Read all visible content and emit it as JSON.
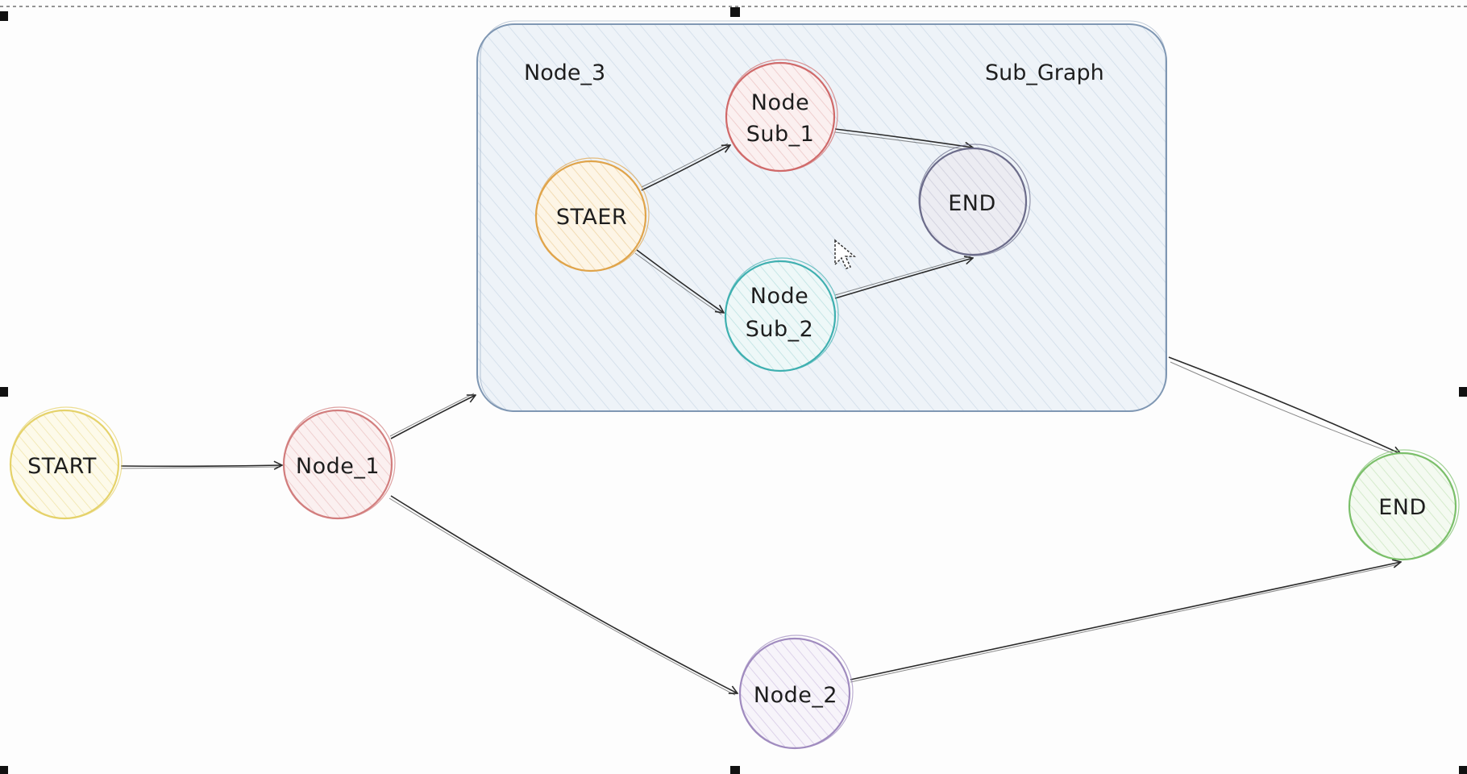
{
  "diagram": {
    "group": {
      "left_label": "Node_3",
      "right_label": "Sub_Graph",
      "stroke": "#7f97b3",
      "fill": "#e9f0f6"
    },
    "nodes": {
      "start": {
        "label": "START",
        "stroke": "#e5d26a",
        "fill": "#fbf6dc"
      },
      "node_1": {
        "label": "Node_1",
        "stroke": "#d27e7e",
        "fill": "#f8e8e8"
      },
      "node_2": {
        "label": "Node_2",
        "stroke": "#a08bbf",
        "fill": "#f1edf6"
      },
      "end": {
        "label": "END",
        "stroke": "#7bbf6a",
        "fill": "#eef7ea"
      },
      "sub_start": {
        "label": "STAER",
        "stroke": "#e0a44a",
        "fill": "#fbefd9"
      },
      "sub_1": {
        "label_line1": "Node",
        "label_line2": "Sub_1",
        "stroke": "#d06a6a",
        "fill": "#f7e3e1"
      },
      "sub_2": {
        "label_line1": "Node",
        "label_line2": "Sub_2",
        "stroke": "#3fb0b0",
        "fill": "#e2f3f3"
      },
      "sub_end": {
        "label": "END",
        "stroke": "#6c6c8a",
        "fill": "#e4e4ee"
      }
    },
    "colors": {
      "edge": "#2a2a2a",
      "selection": "#555555"
    }
  }
}
